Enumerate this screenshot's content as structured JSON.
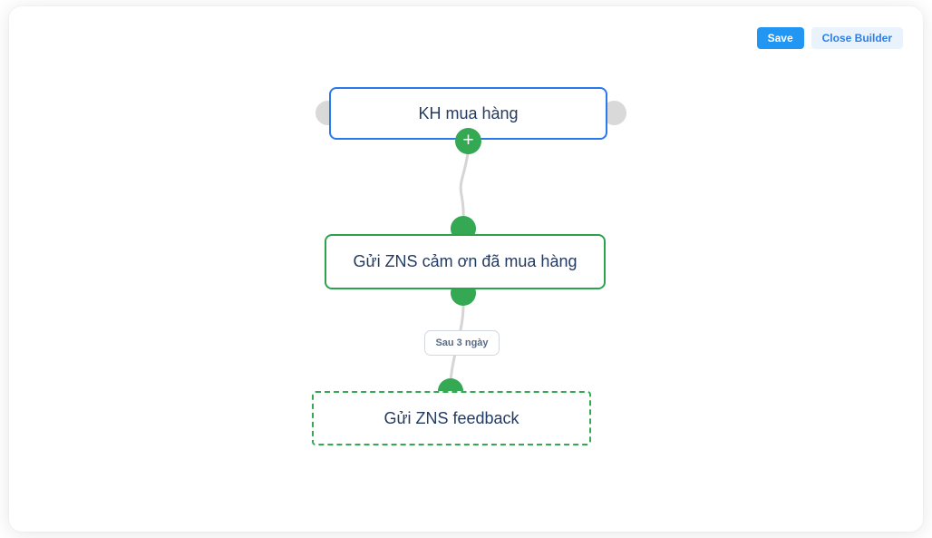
{
  "toolbar": {
    "save_label": "Save",
    "close_builder_label": "Close Builder"
  },
  "flow": {
    "nodes": [
      {
        "id": "trigger",
        "label": "KH mua hàng",
        "style": "solid-blue"
      },
      {
        "id": "action-thank-you",
        "label": "Gửi ZNS cảm ơn đã mua hàng",
        "style": "solid-green"
      },
      {
        "id": "action-feedback",
        "label": "Gửi ZNS feedback",
        "style": "dashed-green"
      }
    ],
    "delay_label": "Sau 3 ngày",
    "add_icon": "+"
  },
  "colors": {
    "primary_blue": "#2196f3",
    "close_button_bg": "#e8f3fd",
    "close_button_text": "#2e7ee5",
    "trigger_border": "#2979ec",
    "action_border": "#2ca24c",
    "port_green": "#34a853",
    "handle_gray": "#d9d9d9",
    "connector_gray": "#d5d5d5",
    "node_text": "#243b61",
    "delay_text": "#5b6b84"
  }
}
